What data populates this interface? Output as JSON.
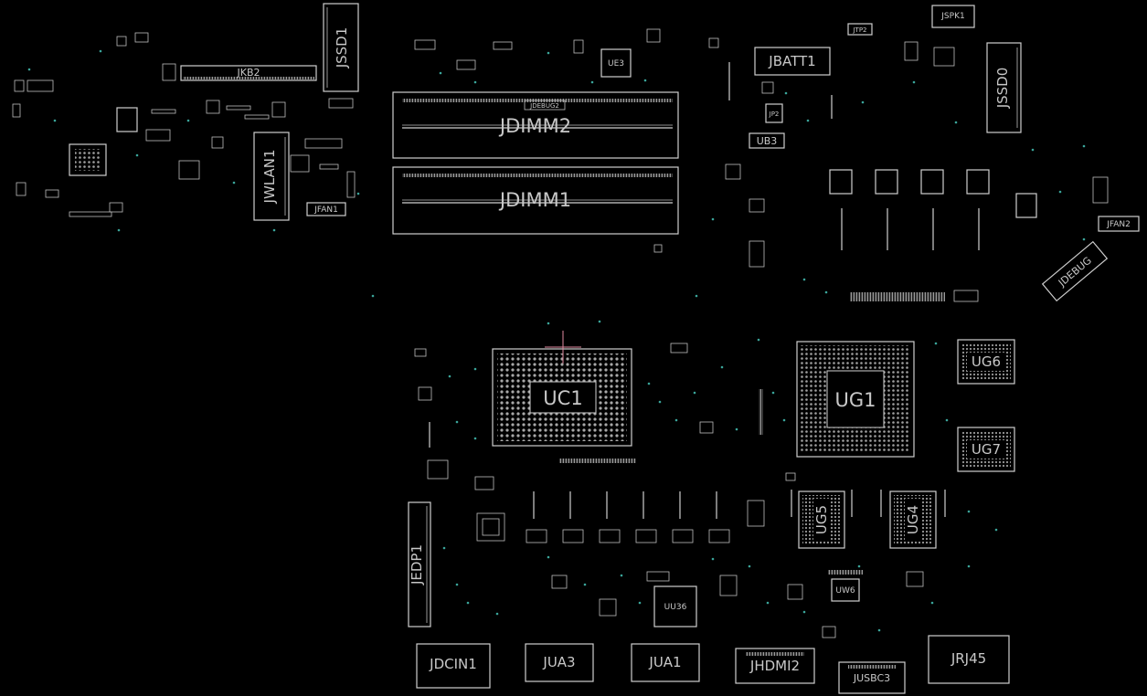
{
  "components": {
    "jkb2": "JKB2",
    "jssd1": "JSSD1",
    "jwlan1": "JWLAN1",
    "jfan1": "JFAN1",
    "jdimm2": "JDIMM2",
    "jdimm1": "JDIMM1",
    "jdebug2": "JDEBUG2",
    "ue3": "UE3",
    "jtp2": "JTP2",
    "jspk1": "JSPK1",
    "jbatt1": "JBATT1",
    "jp2": "JP2",
    "jssd0": "JSSD0",
    "ub3": "UB3",
    "jfan2": "JFAN2",
    "jdebug": "JDEBUG",
    "uc1": "UC1",
    "ug1": "UG1",
    "ug6": "UG6",
    "ug7": "UG7",
    "ug5": "UG5",
    "ug4": "UG4",
    "jedp1": "JEDP1",
    "uu36": "UU36",
    "uw6": "UW6",
    "jdcin1": "JDCIN1",
    "jua3": "JUA3",
    "jua1": "JUA1",
    "jhdmi2": "JHDMI2",
    "jusbc3": "JUSBC3",
    "jrj45": "JRJ45"
  }
}
